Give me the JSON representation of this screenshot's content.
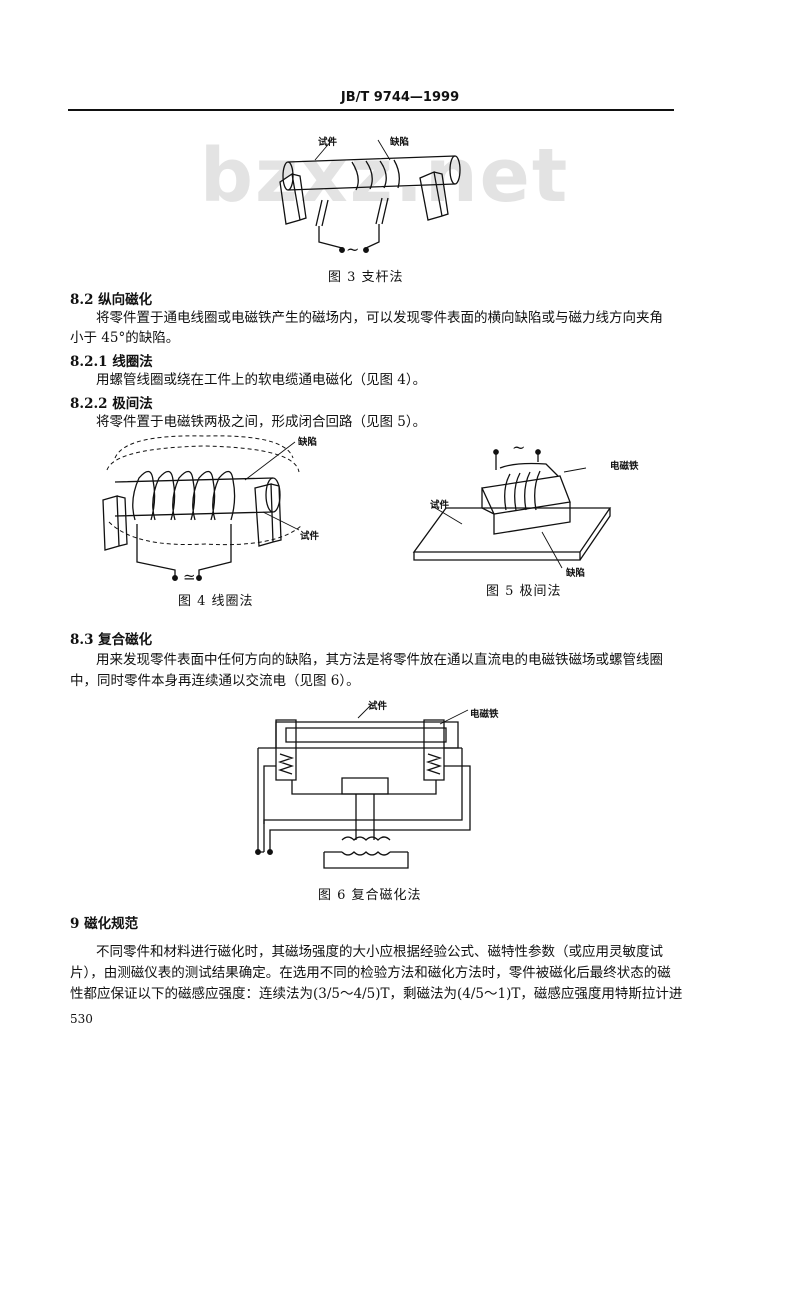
{
  "header": {
    "standard": "JB/T 9744—1999"
  },
  "watermark": "bzxz.net",
  "figure3": {
    "caption": "图 3   支杆法",
    "label_specimen": "试件",
    "label_defect": "缺陷",
    "ac_symbol": "~"
  },
  "section_8_2": {
    "heading": "8.2   纵向磁化",
    "para_line1": "将零件置于通电线圈或电磁铁产生的磁场内，可以发现零件表面的横向缺陷或与磁力线方向夹角",
    "para_line2": "小于 45°的缺陷。"
  },
  "section_8_2_1": {
    "heading": "8.2.1   线圈法",
    "para": "用螺管线圈或绕在工件上的软电缆通电磁化（见图 4）。"
  },
  "section_8_2_2": {
    "heading": "8.2.2   极间法",
    "para": "将零件置于电磁铁两极之间，形成闭合回路（见图 5）。"
  },
  "figure4": {
    "caption": "图 4   线圈法",
    "label_defect": "缺陷",
    "label_specimen": "试件",
    "ac_symbol": "≃"
  },
  "figure5": {
    "caption": "图 5   极间法",
    "label_electromagnet": "电磁铁",
    "label_specimen": "试件",
    "label_defect": "缺陷",
    "ac_symbol": "~"
  },
  "section_8_3": {
    "heading": "8.3   复合磁化",
    "para_line1": "用来发现零件表面中任何方向的缺陷，其方法是将零件放在通以直流电的电磁铁磁场或螺管线圈",
    "para_line2": "中，同时零件本身再连续通以交流电（见图 6）。"
  },
  "figure6": {
    "caption": "图 6   复合磁化法",
    "label_specimen": "试件",
    "label_electromagnet": "电磁铁"
  },
  "section_9": {
    "heading": "9   磁化规范",
    "para_line1": "不同零件和材料进行磁化时，其磁场强度的大小应根据经验公式、磁特性参数（或应用灵敏度试",
    "para_line2": "片），由测磁仪表的测试结果确定。在选用不同的检验方法和磁化方法时，零件被磁化后最终状态的磁",
    "para_line3": "性都应保证以下的磁感应强度：连续法为(3/5～4/5)T，剩磁法为(4/5～1)T，磁感应强度用特斯拉计进"
  },
  "footer": {
    "page_number": "530"
  }
}
